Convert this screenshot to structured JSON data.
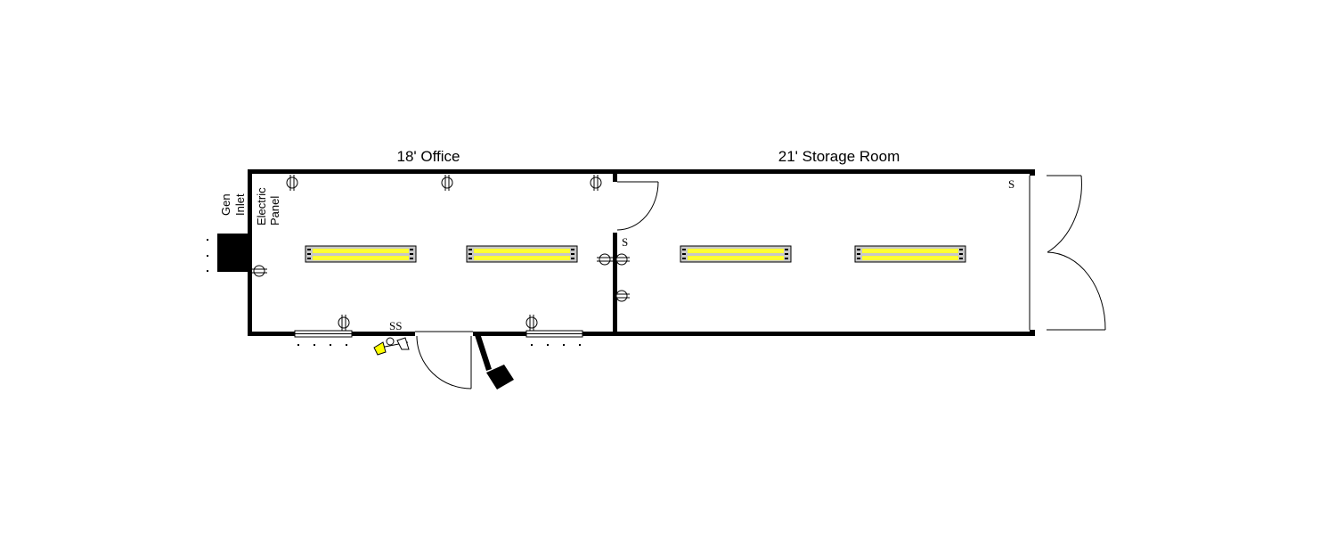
{
  "labels": {
    "office": "18' Office",
    "storage": "21' Storage Room",
    "gen_line1": "Gen",
    "gen_line2": "Inlet",
    "panel_line1": "Electric",
    "panel_line2": "Panel",
    "switch_double": "SS",
    "switch_single": "S"
  },
  "colors": {
    "wall": "#000000",
    "light_fill": "#ffff33",
    "light_frame": "#c8c8c8",
    "floodlight": "#ffff00"
  },
  "icons": {
    "outlet": "duplex-outlet-icon",
    "light": "fluorescent-light-icon",
    "flood": "flood-light-icon"
  }
}
